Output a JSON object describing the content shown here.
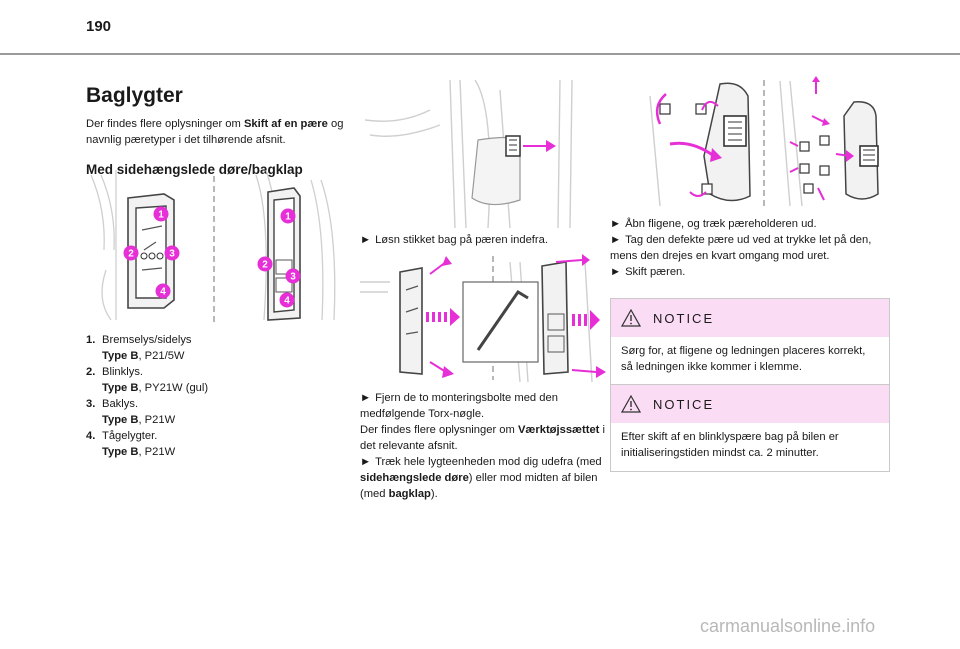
{
  "page": {
    "number": "190"
  },
  "section": {
    "title": "Baglygter",
    "intro": {
      "pre": "Der findes flere oplysninger om ",
      "link": "Skift af en pære",
      "post": " og navnlig pæretyper i det tilhørende afsnit."
    },
    "subtitle": "Med sidehængslede døre/bagklap"
  },
  "figure_labels": [
    "1",
    "2",
    "3",
    "4"
  ],
  "legend": [
    {
      "num": "1.",
      "name": "Bremselys/sidelys",
      "type_label": "Type B",
      "bulb": ", P21/5W"
    },
    {
      "num": "2.",
      "name": "Blinklys.",
      "type_label": "Type B",
      "bulb": ", PY21W (gul)"
    },
    {
      "num": "3.",
      "name": "Baklys.",
      "type_label": "Type B",
      "bulb": ", P21W"
    },
    {
      "num": "4.",
      "name": "Tågelygter.",
      "type_label": "Type B",
      "bulb": ", P21W"
    }
  ],
  "arrow_glyph": "►",
  "col2": {
    "step1": "Løsn stikket bag på pæren indefra.",
    "step2": "Fjern de to monteringsbolte med den medfølgende Torx-nøgle.",
    "info": {
      "pre": "Der findes flere oplysninger om ",
      "bold": "Værktøjssættet",
      "post": " i det relevante afsnit."
    },
    "step3": {
      "pre": "Træk hele lygteenheden mod dig udefra (med ",
      "bold1": "sidehængslede døre",
      "mid": ") eller mod midten af bilen (med ",
      "bold2": "bagklap",
      "post": ")."
    }
  },
  "col3": {
    "steps": [
      "Åbn fligene, og træk pæreholderen ud.",
      "Tag den defekte pære ud ved at trykke let på den, mens den drejes en kvart omgang mod uret.",
      "Skift pæren."
    ]
  },
  "notices": [
    {
      "title": "NOTICE",
      "text": "Sørg for, at fligene og ledningen placeres korrekt, så ledningen ikke kommer i klemme."
    },
    {
      "title": "NOTICE",
      "text": "Efter skift af en blinklyspære bag på bilen er initialiseringstiden mindst ca. 2 minutter."
    }
  ],
  "colors": {
    "accent": "#e62fd6",
    "notice_bg": "#fbdcf5"
  },
  "watermark": "carmanualsonline.info"
}
